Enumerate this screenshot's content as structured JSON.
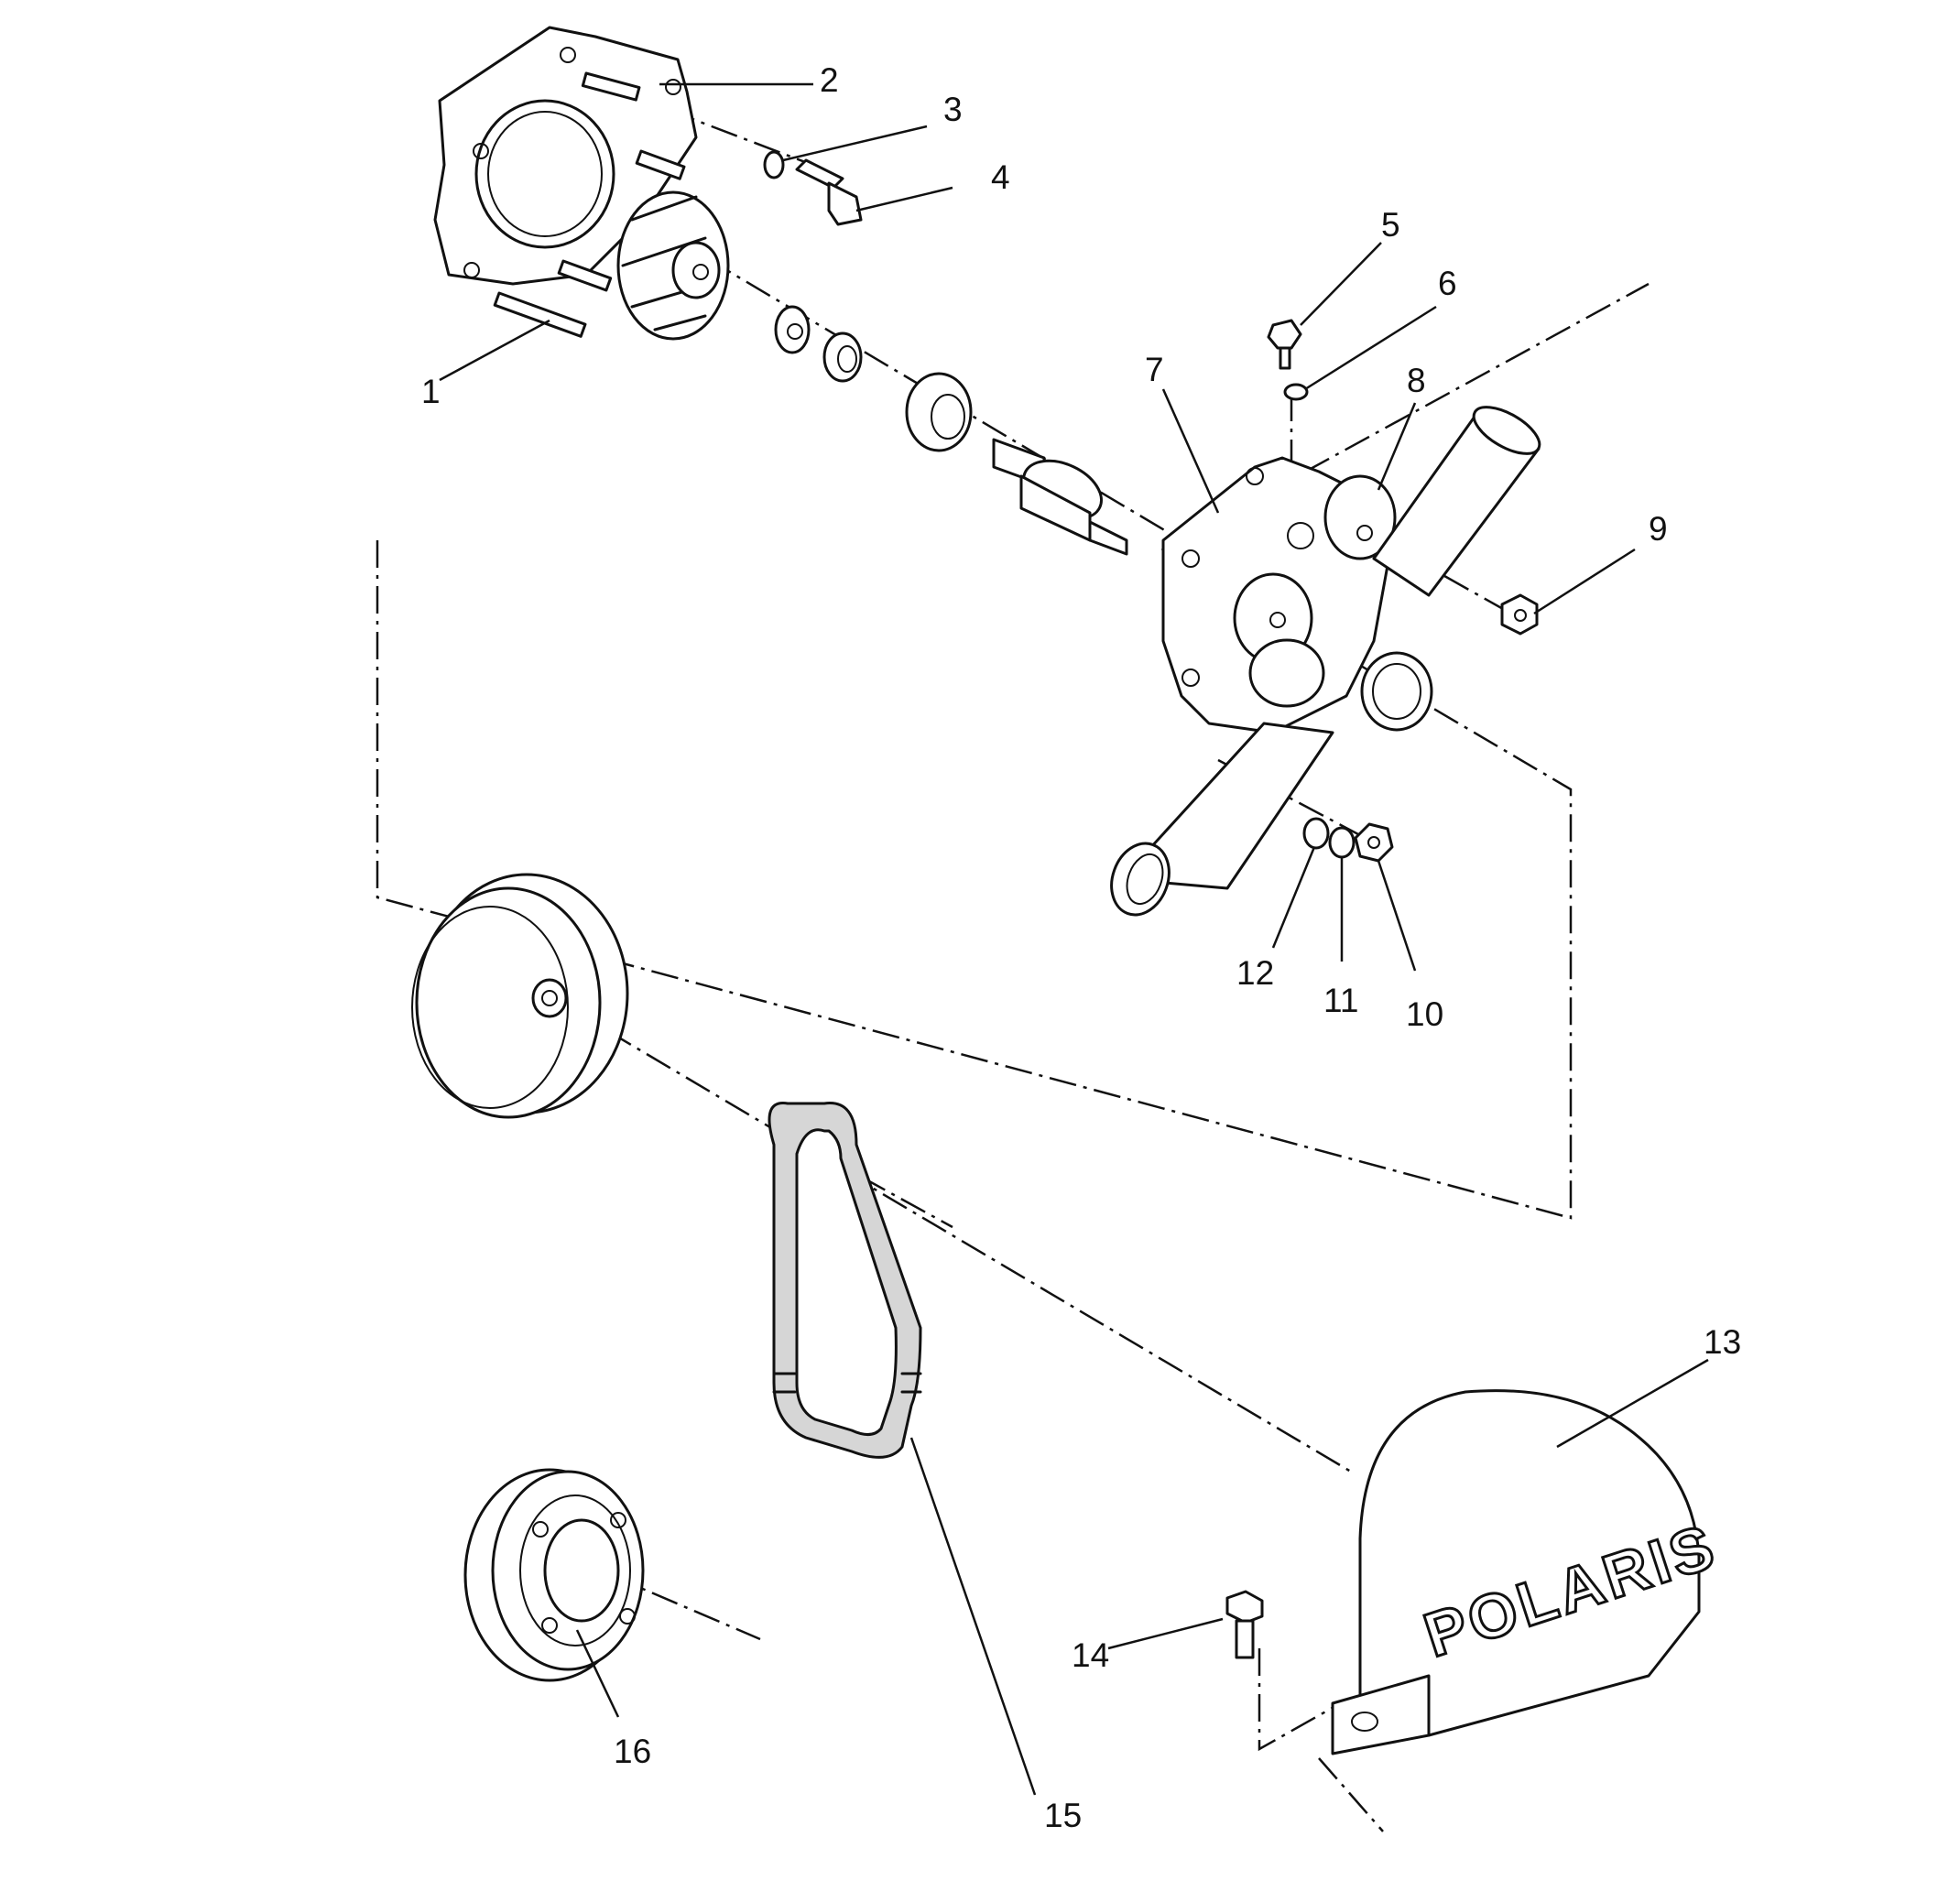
{
  "diagram": {
    "type": "exploded parts diagram",
    "background": "#ffffff",
    "ink_color": "#111111",
    "callouts": [
      {
        "id": "1",
        "label": "1"
      },
      {
        "id": "2",
        "label": "2"
      },
      {
        "id": "3",
        "label": "3"
      },
      {
        "id": "4",
        "label": "4"
      },
      {
        "id": "5",
        "label": "5"
      },
      {
        "id": "6",
        "label": "6"
      },
      {
        "id": "7",
        "label": "7"
      },
      {
        "id": "8",
        "label": "8"
      },
      {
        "id": "9",
        "label": "9"
      },
      {
        "id": "10",
        "label": "10"
      },
      {
        "id": "11",
        "label": "11"
      },
      {
        "id": "12",
        "label": "12"
      },
      {
        "id": "13",
        "label": "13"
      },
      {
        "id": "14",
        "label": "14"
      },
      {
        "id": "15",
        "label": "15"
      },
      {
        "id": "16",
        "label": "16"
      }
    ],
    "logo_text": "POLARIS"
  }
}
